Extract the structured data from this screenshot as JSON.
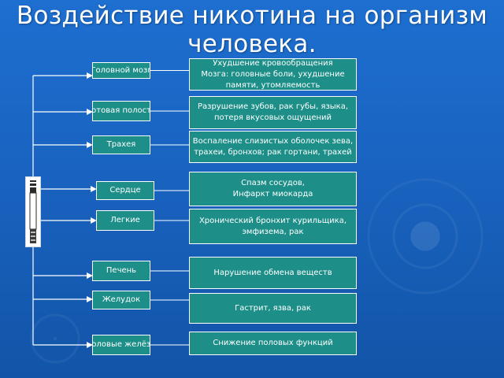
{
  "title": "Воздействие никотина на организм человека.",
  "organs": [
    {
      "label": "Головной мозг",
      "effect": "Ухудшение кровообращения\nМозга: головные боли, ухудшение памяти, утомляемость"
    },
    {
      "label": "Ротовая полость",
      "effect": "Разрушение зубов, рак губы, языка,\nпотеря вкусовых ощущений"
    },
    {
      "label": "Трахея",
      "effect": "Воспаление слизистых оболочек зева,\nтрахеи, бронхов; рак гортани, трахей"
    },
    {
      "label": "Сердце",
      "effect": "Спазм сосудов,\nИнфаркт миокарда"
    },
    {
      "label": "Легкие",
      "effect": "Хронический бронхит курильщика,\nэмфизема, рак"
    },
    {
      "label": "Печень",
      "effect": "Нарушение обмена веществ"
    },
    {
      "label": "Желудок",
      "effect": "Гастрит, язва, рак"
    },
    {
      "label": "Половые желёзы",
      "effect": "Снижение половых функций"
    }
  ],
  "colors": {
    "box": "#1d8f88",
    "line": "#ffffff",
    "background": "#1a64c2"
  },
  "icons": {
    "cigarette": "cigarette-icon"
  }
}
